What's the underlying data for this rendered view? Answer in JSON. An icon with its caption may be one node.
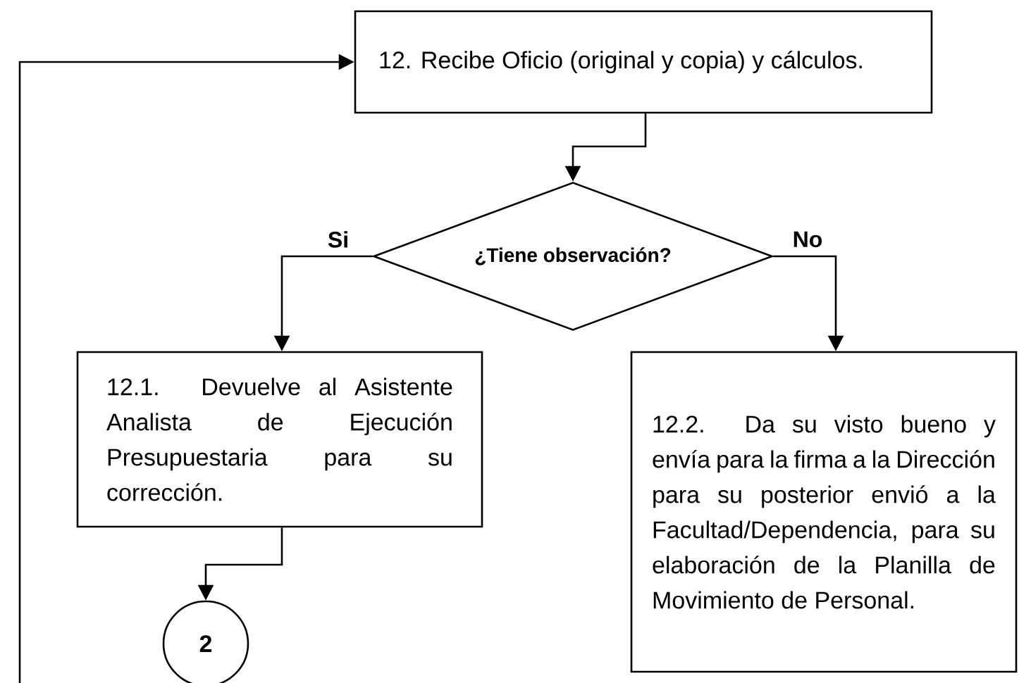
{
  "diagram": {
    "nodes": [
      {
        "text": [
          "12. Recibe Oficio (original y copia) y cálculos."
        ]
      },
      {
        "text": [
          "¿Tiene observación?"
        ]
      },
      {
        "text": [
          "12.1. Devuelve al Asistente Analista de Ejecución Presupuestaria para su corrección."
        ]
      },
      {
        "text": [
          "12.2. Da su visto bueno y envía para la firma a la Dirección para su posterior envió a la Facultad/Dependencia, para su elaboración de la Planilla de Movimiento de Personal."
        ]
      },
      {
        "text": [
          "2"
        ]
      }
    ],
    "edges": [
      {
        "from": 0,
        "to": 1,
        "arrow": "to"
      },
      {
        "from": 1,
        "to": 2,
        "arrow": "to",
        "label": "Si"
      },
      {
        "from": 1,
        "to": 3,
        "arrow": "to",
        "label": "No"
      },
      {
        "from": 2,
        "to": 4,
        "arrow": "to"
      },
      {
        "from": null,
        "to": 0,
        "arrow": "to"
      }
    ]
  }
}
